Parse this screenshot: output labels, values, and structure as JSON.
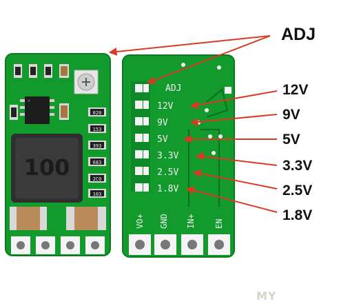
{
  "callouts": {
    "adj": "ADJ",
    "v12": "12V",
    "v9": "9V",
    "v5": "5V",
    "v3_3": "3.3V",
    "v2_5": "2.5V",
    "v1_8": "1.8V"
  },
  "front_board": {
    "inductor_marking": "100",
    "resistor_markings": [
      "020",
      "153",
      "393",
      "683",
      "2C0",
      "103"
    ]
  },
  "back_board": {
    "silk_adj": "ADJ",
    "silk_voltages": [
      "12V",
      "9V",
      "5V",
      "3.3V",
      "2.5V",
      "1.8V"
    ],
    "pin_labels": [
      "VO+",
      "GND",
      "IN+",
      "EN"
    ]
  },
  "watermark": "MY",
  "colors": {
    "pcb_green": "#129a2c",
    "pcb_green_dark": "#0c7a22",
    "arrow_red": "#d83a22",
    "pad_white": "#f4f4f4",
    "inductor": "#3a3a3a",
    "capacitor": "#b98a5a"
  }
}
